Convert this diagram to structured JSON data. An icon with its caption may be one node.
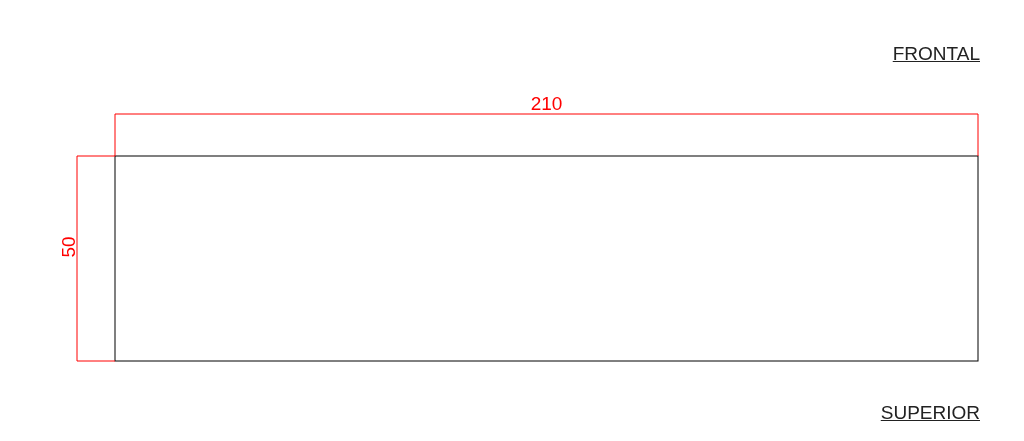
{
  "diagram": {
    "labels": [
      "FRONTAL",
      "210",
      "50",
      "SUPERIOR"
    ]
  }
}
